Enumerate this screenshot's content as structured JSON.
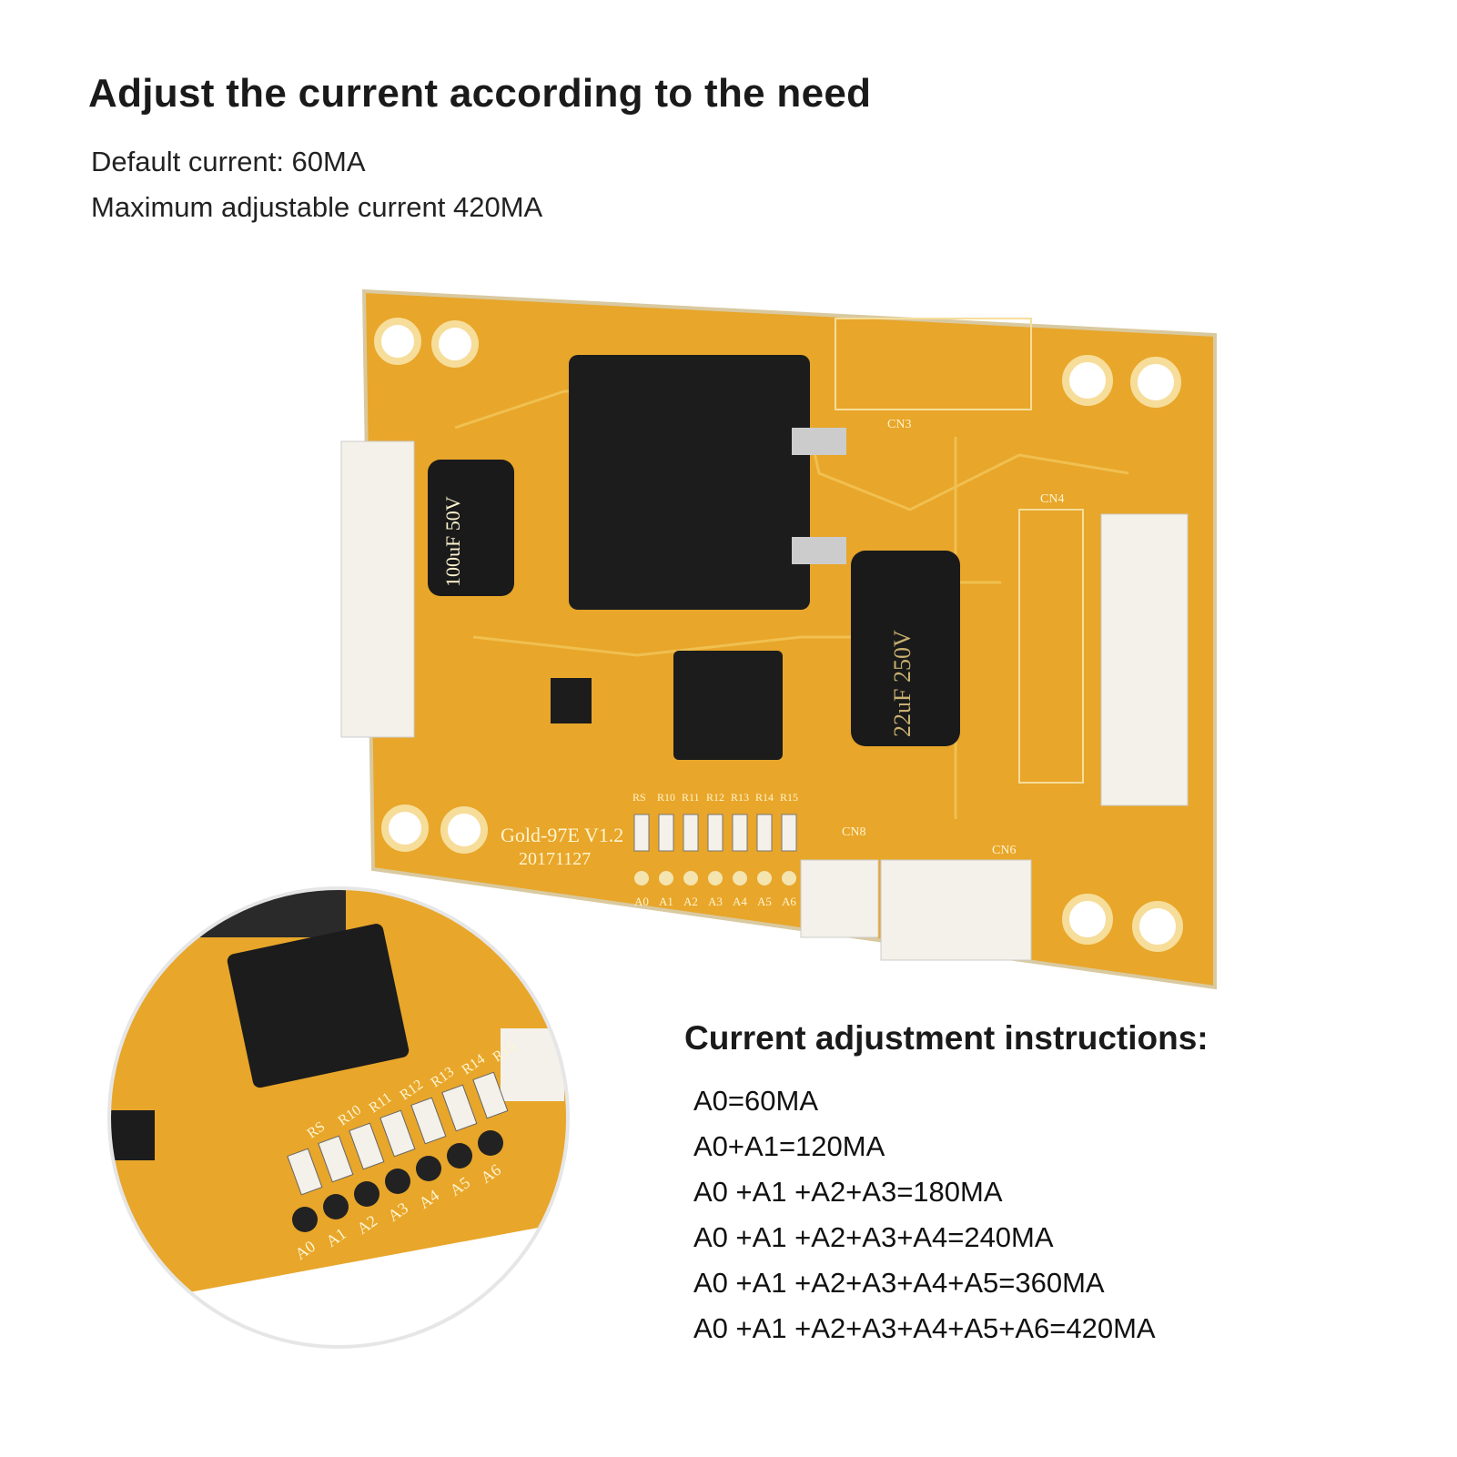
{
  "header": {
    "title": "Adjust the current according to the need",
    "default_current": "Default current: 60MA",
    "max_current": "Maximum adjustable current 420MA"
  },
  "instructions": {
    "title": "Current adjustment instructions:",
    "lines": [
      "A0=60MA",
      "A0+A1=120MA",
      "A0 +A1 +A2+A3=180MA",
      "A0 +A1 +A2+A3+A4=240MA",
      "A0 +A1 +A2+A3+A4+A5=360MA",
      "A0 +A1 +A2+A3+A4+A5+A6=420MA"
    ]
  },
  "pcb": {
    "model": "Gold-97E  V1.2",
    "date": "20171127",
    "cap_small": "100uF 50V",
    "cap_large": "22uF 250V",
    "pads": [
      "A0",
      "A1",
      "A2",
      "A3",
      "A4",
      "A5",
      "A6"
    ],
    "resistors": [
      "RS",
      "R10",
      "R11",
      "R12",
      "R13",
      "R14",
      "R15"
    ],
    "connectors": [
      "CN3",
      "CN4",
      "CN6",
      "CN8"
    ]
  },
  "colors": {
    "board": "#e8a62a",
    "board_dark": "#c9861a",
    "component": "#1c1c1c",
    "connector": "#f4f1ea"
  }
}
